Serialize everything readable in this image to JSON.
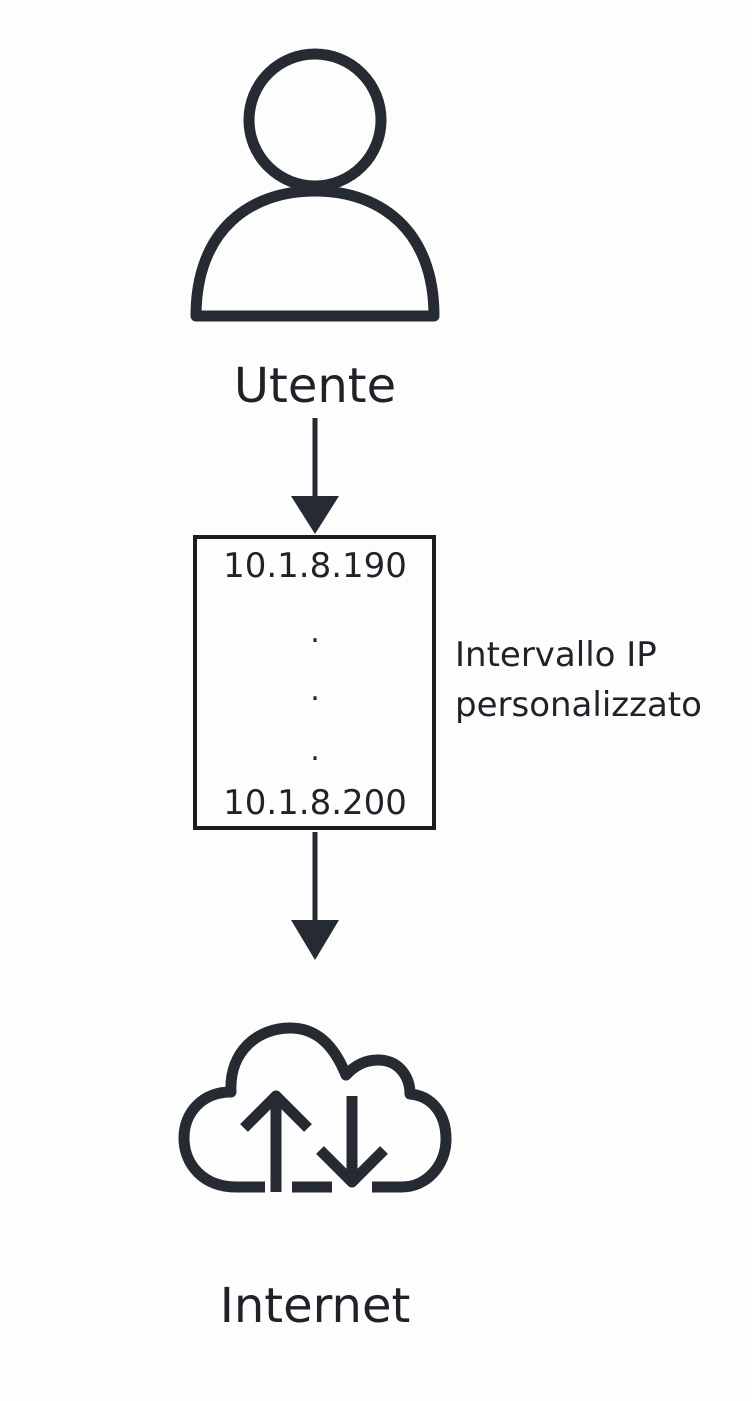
{
  "user": {
    "icon": "person-icon",
    "label": "Utente"
  },
  "ip_range": {
    "first": "10.1.8.190",
    "dots": [
      ".",
      ".",
      "."
    ],
    "last": "10.1.8.200",
    "label_line1": "Intervallo IP",
    "label_line2": "personalizzato"
  },
  "internet": {
    "icon": "cloud-upload-download-icon",
    "label": "Internet"
  },
  "colors": {
    "stroke": "#262b33",
    "background": "#fdfdfd"
  }
}
